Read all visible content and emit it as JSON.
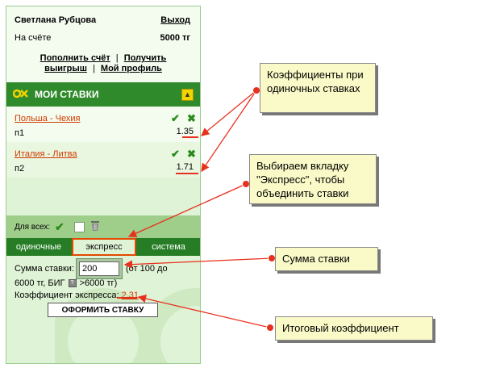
{
  "account": {
    "user_name": "Светлана Рубцова",
    "logout": "Выход",
    "balance_label": "На счёте",
    "balance_value": "5000 тг",
    "topup_line1": "Пополнить счёт",
    "separator": "|",
    "payout_line1": "Получить",
    "payout_line2": "выигрыш",
    "profile": "Мой профиль"
  },
  "my_bets": {
    "title": "МОИ СТАВКИ",
    "items": [
      {
        "match": "Польша - Чехия",
        "selection": "п1",
        "odds": "1.35"
      },
      {
        "match": "Италия - Литва",
        "selection": "п2",
        "odds": "1.71"
      }
    ]
  },
  "for_all": {
    "label": "Для всех:"
  },
  "tabs": [
    {
      "label": "одиночные"
    },
    {
      "label": "экспресс"
    },
    {
      "label": "система"
    }
  ],
  "bet_form": {
    "amount_label": "Сумма ставки:",
    "amount_value": "200",
    "range_part1": "(от 100 до",
    "range_part2a": "6000 тг, БИГ",
    "big_icon": "?",
    "range_part2b": ">6000 тг)",
    "express_label": "Коэффициент экспресса:",
    "express_value": "2.31",
    "submit": "ОФОРМИТЬ СТАВКУ"
  },
  "callouts": {
    "single_odds": "Коэффициенты при одиночных ставках",
    "express_tab": "Выбираем вкладку \"Экспресс\", чтобы объединить ставки",
    "amount": "Сумма ставки",
    "total": "Итоговый коэффициент"
  },
  "colors": {
    "header_green": "#2f8a2b",
    "tab_green": "#267d25",
    "accent_orange": "#e04a00",
    "arrow_red": "#e8301e",
    "callout_bg": "#fafac8"
  }
}
